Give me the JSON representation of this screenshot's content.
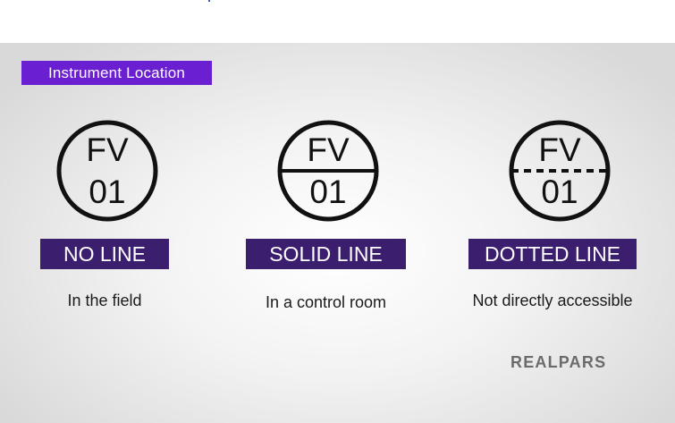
{
  "title": "Instrument Location",
  "symbols": [
    {
      "tag_letters": "FV",
      "tag_number": "01",
      "line_style": "none",
      "label": "NO LINE",
      "caption": "In the field"
    },
    {
      "tag_letters": "FV",
      "tag_number": "01",
      "line_style": "solid",
      "label": "SOLID LINE",
      "caption": "In a control room"
    },
    {
      "tag_letters": "FV",
      "tag_number": "01",
      "line_style": "dotted",
      "label": "DOTTED LINE",
      "caption": "Not directly accessible"
    }
  ],
  "logo": {
    "text": "REALPARS",
    "color": "#6b6b6b"
  },
  "colors": {
    "title_badge": "#6a1fd1",
    "label_box": "#3b1f6e",
    "symbol_stroke": "#111111"
  }
}
